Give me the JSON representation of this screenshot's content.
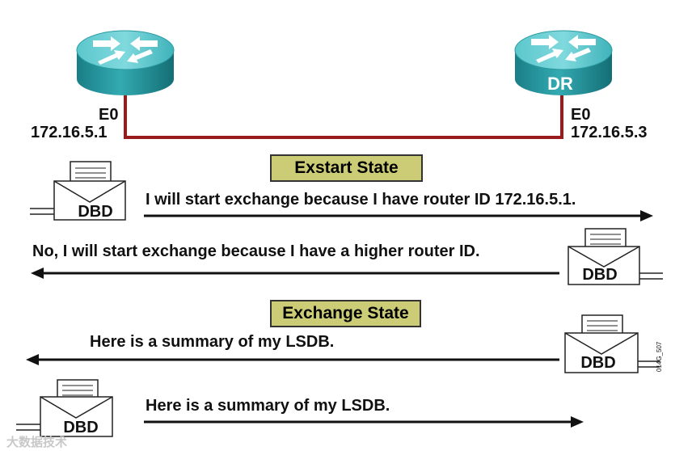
{
  "routers": {
    "left": {
      "interface": "E0",
      "ip": "172.16.5.1",
      "label": ""
    },
    "right": {
      "interface": "E0",
      "ip": "172.16.5.3",
      "label": "DR"
    }
  },
  "states": {
    "exstart": "Exstart State",
    "exchange": "Exchange State"
  },
  "messages": {
    "m1": "I will start exchange because I have router ID 172.16.5.1.",
    "m2": "No, I will start exchange because I have a higher router ID.",
    "m3": "Here is a summary of my LSDB.",
    "m4": "Here is a summary of my LSDB."
  },
  "packet_label": "DBD",
  "figure_code": "014G_507",
  "watermark": "大数据技术",
  "colors": {
    "link": "#9a1b1b",
    "router": "#2aa6ad",
    "state_box": "#cccc77"
  }
}
